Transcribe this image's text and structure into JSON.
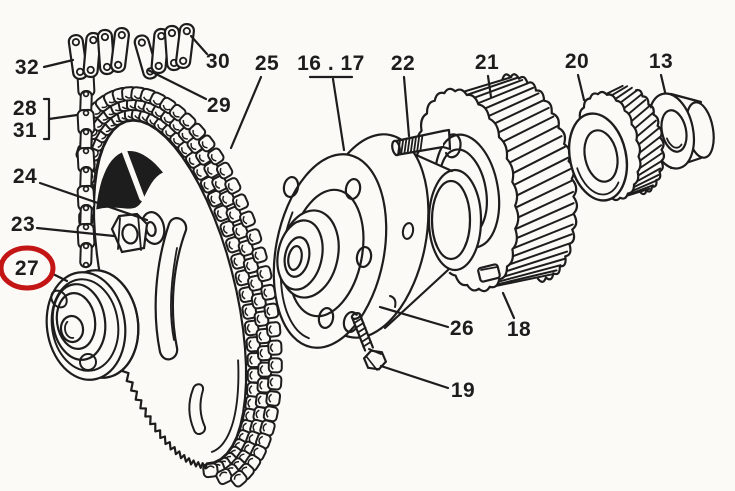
{
  "figure": {
    "background_color": "#fbfaf7",
    "line_color": "#1d1d1d",
    "highlight_color": "#c41515"
  },
  "labels": [
    {
      "text": "32",
      "highlighted": false
    },
    {
      "text": "30",
      "highlighted": false
    },
    {
      "text": "29",
      "highlighted": false
    },
    {
      "text": "28",
      "highlighted": false
    },
    {
      "text": "31",
      "highlighted": false
    },
    {
      "text": "25",
      "highlighted": false
    },
    {
      "text": "16 . 17",
      "highlighted": false
    },
    {
      "text": "22",
      "highlighted": false
    },
    {
      "text": "21",
      "highlighted": false
    },
    {
      "text": "20",
      "highlighted": false
    },
    {
      "text": "13",
      "highlighted": false
    },
    {
      "text": "24",
      "highlighted": false
    },
    {
      "text": "23",
      "highlighted": false
    },
    {
      "text": "27",
      "highlighted": true
    },
    {
      "text": "26",
      "highlighted": false
    },
    {
      "text": "19",
      "highlighted": false
    },
    {
      "text": "18",
      "highlighted": false
    }
  ]
}
